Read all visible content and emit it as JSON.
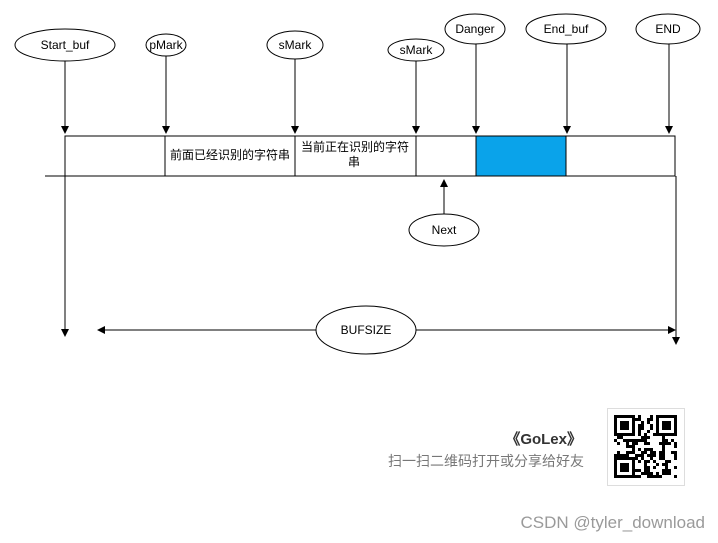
{
  "labels": {
    "start_buf": "Start_buf",
    "pmark": "pMark",
    "smark_1": "sMark",
    "smark_2": "sMark",
    "danger": "Danger",
    "end_buf": "End_buf",
    "end": "END",
    "next": "Next",
    "bufsize": "BUFSIZE"
  },
  "cells": {
    "recognized": "前面已经识别的字符串",
    "recognizing_line1": "当前正在识别的字符",
    "recognizing_line2": "串"
  },
  "colors": {
    "danger_zone": "#0aa3ea",
    "stroke": "#000000"
  },
  "promo": {
    "title": "《GoLex》",
    "subtitle": "扫一扫二维码打开或分享给好友",
    "qr_icon": "qr-code-icon"
  },
  "watermark": "CSDN @tyler_download"
}
